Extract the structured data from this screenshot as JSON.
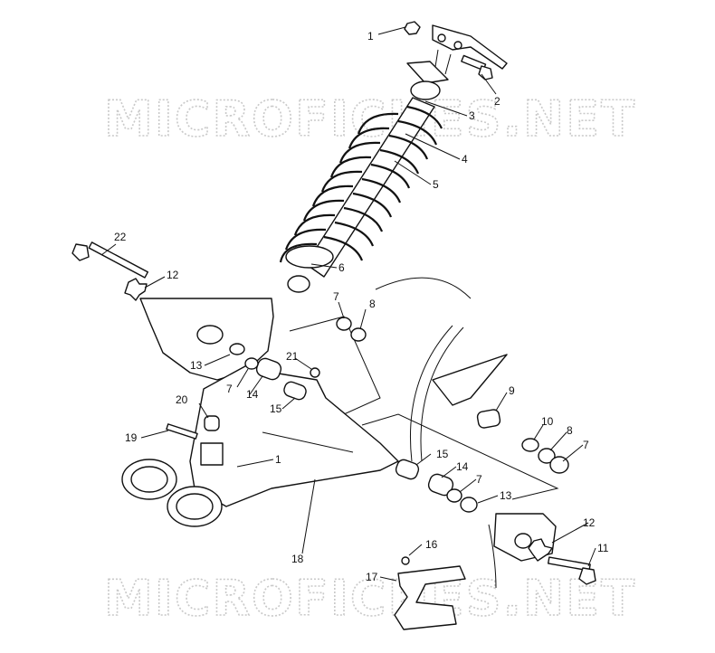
{
  "watermark_text": "MICROFICHES.NET",
  "colors": {
    "ink": "#111111",
    "watermark": "#c9c9c9",
    "background": "#ffffff"
  },
  "callouts": [
    {
      "id": "c1a",
      "label": "1"
    },
    {
      "id": "c2",
      "label": "2"
    },
    {
      "id": "c3",
      "label": "3"
    },
    {
      "id": "c4",
      "label": "4"
    },
    {
      "id": "c5",
      "label": "5"
    },
    {
      "id": "c6",
      "label": "6"
    },
    {
      "id": "c22",
      "label": "22"
    },
    {
      "id": "c12a",
      "label": "12"
    },
    {
      "id": "c7a",
      "label": "7"
    },
    {
      "id": "c8a",
      "label": "8"
    },
    {
      "id": "c13a",
      "label": "13"
    },
    {
      "id": "c7b",
      "label": "7"
    },
    {
      "id": "c14a",
      "label": "14"
    },
    {
      "id": "c21",
      "label": "21"
    },
    {
      "id": "c15a",
      "label": "15"
    },
    {
      "id": "c9",
      "label": "9"
    },
    {
      "id": "c20",
      "label": "20"
    },
    {
      "id": "c10",
      "label": "10"
    },
    {
      "id": "c8b",
      "label": "8"
    },
    {
      "id": "c7c",
      "label": "7"
    },
    {
      "id": "c19",
      "label": "19"
    },
    {
      "id": "c1b",
      "label": "1"
    },
    {
      "id": "c15b",
      "label": "15"
    },
    {
      "id": "c14b",
      "label": "14"
    },
    {
      "id": "c7d",
      "label": "7"
    },
    {
      "id": "c13b",
      "label": "13"
    },
    {
      "id": "c12b",
      "label": "12"
    },
    {
      "id": "c18",
      "label": "18"
    },
    {
      "id": "c16",
      "label": "16"
    },
    {
      "id": "c11",
      "label": "11"
    },
    {
      "id": "c17",
      "label": "17"
    }
  ]
}
